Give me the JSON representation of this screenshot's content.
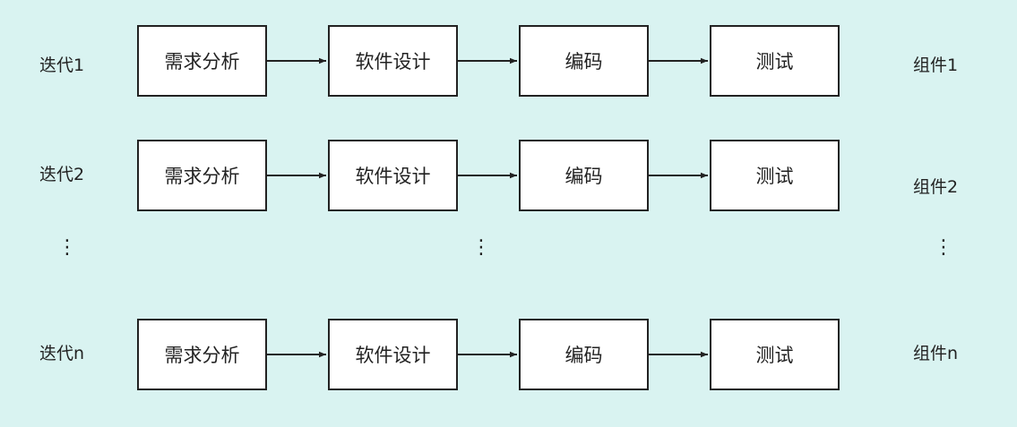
{
  "rows": [
    {
      "label": "迭代1",
      "component": "组件1"
    },
    {
      "label": "迭代2",
      "component": "组件2"
    },
    {
      "label": "迭代n",
      "component": "组件n"
    }
  ],
  "steps": [
    "需求分析",
    "软件设计",
    "编码",
    "测试"
  ],
  "ellipsis_glyph": "⋮",
  "colors": {
    "background": "#d9f3f1",
    "box_border": "#222222",
    "arrow": "#222222"
  }
}
